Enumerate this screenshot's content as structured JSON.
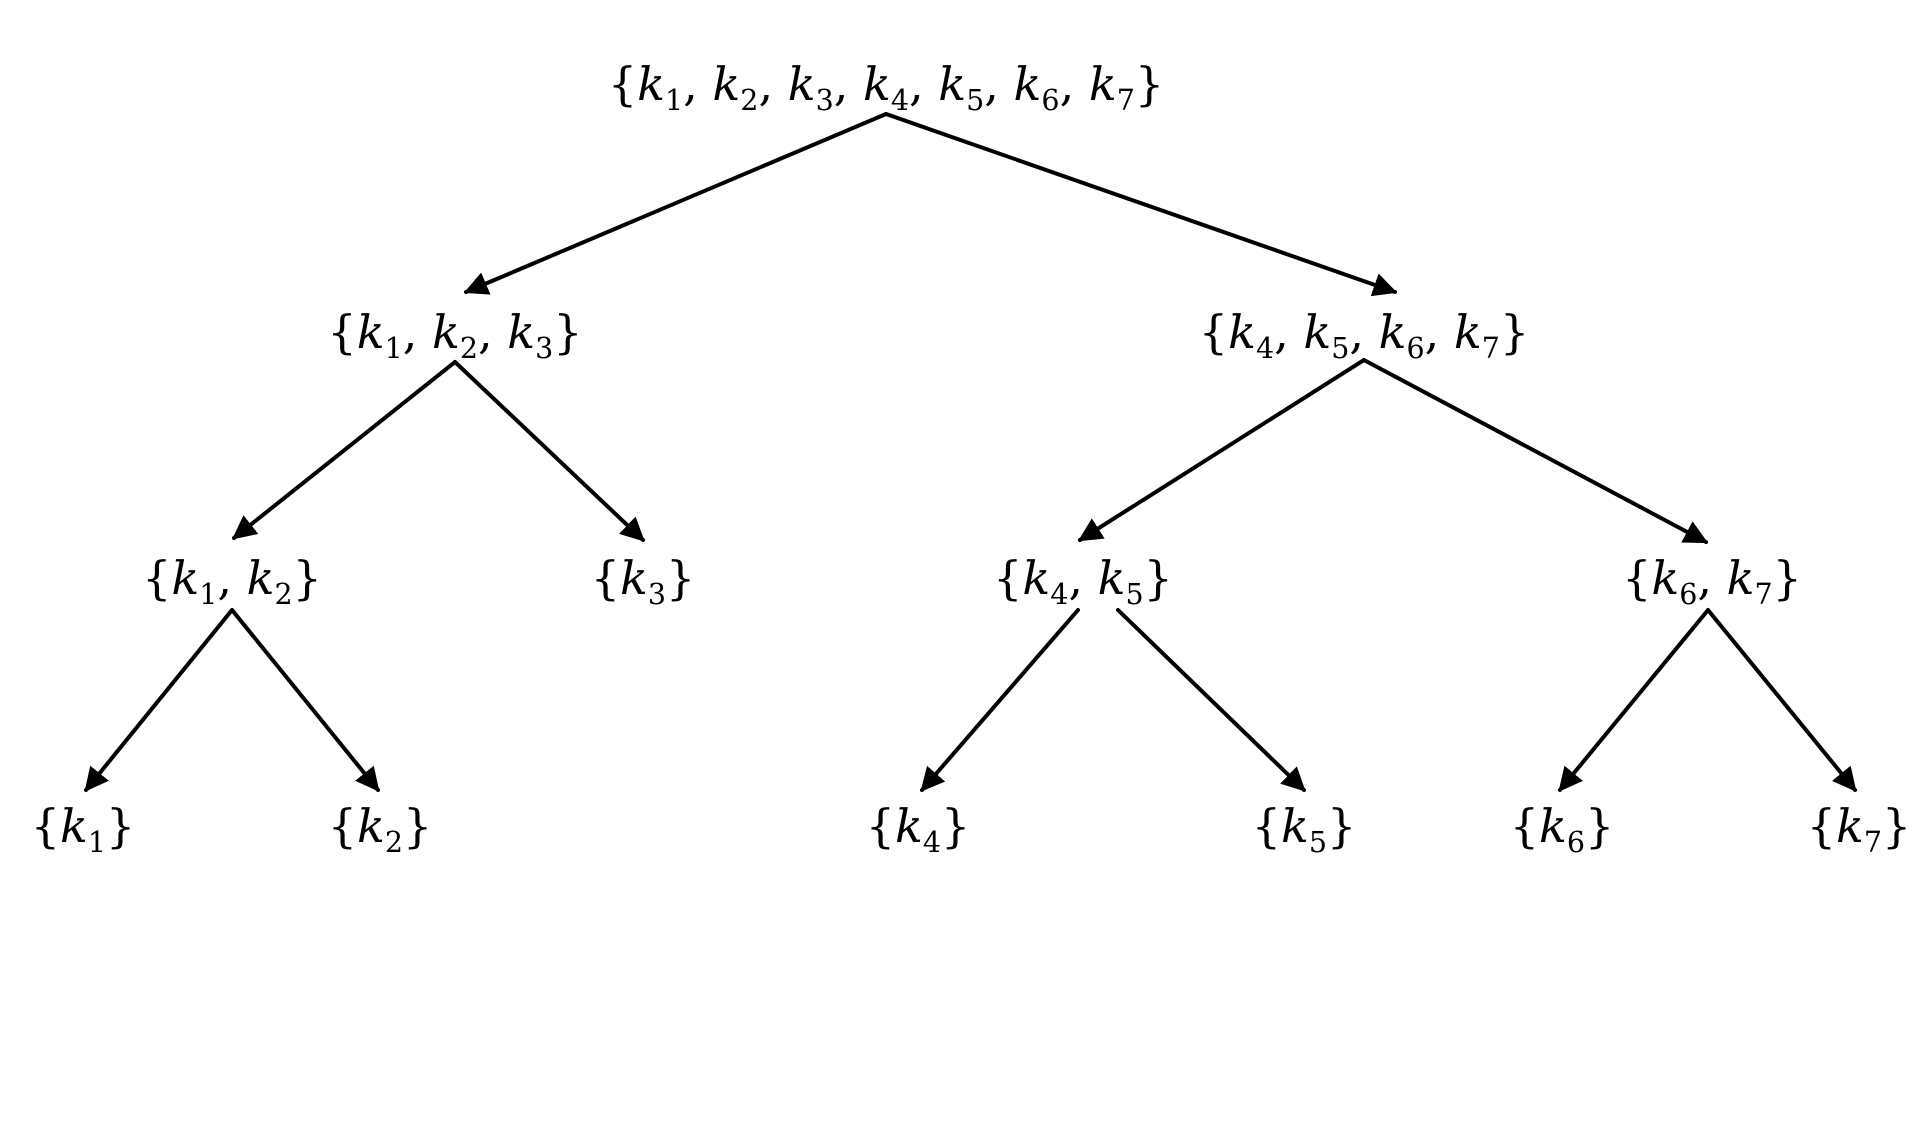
{
  "nodes": [
    {
      "id": "root",
      "keys": [
        "1",
        "2",
        "3",
        "4",
        "5",
        "6",
        "7"
      ]
    },
    {
      "id": "left",
      "keys": [
        "1",
        "2",
        "3"
      ]
    },
    {
      "id": "right",
      "keys": [
        "4",
        "5",
        "6",
        "7"
      ]
    },
    {
      "id": "left-left",
      "keys": [
        "1",
        "2"
      ]
    },
    {
      "id": "left-right",
      "keys": [
        "3"
      ]
    },
    {
      "id": "right-left",
      "keys": [
        "4",
        "5"
      ]
    },
    {
      "id": "right-right",
      "keys": [
        "6",
        "7"
      ]
    },
    {
      "id": "leaf-1",
      "keys": [
        "1"
      ]
    },
    {
      "id": "leaf-2",
      "keys": [
        "2"
      ]
    },
    {
      "id": "leaf-4",
      "keys": [
        "4"
      ]
    },
    {
      "id": "leaf-5",
      "keys": [
        "5"
      ]
    },
    {
      "id": "leaf-6",
      "keys": [
        "6"
      ]
    },
    {
      "id": "leaf-7",
      "keys": [
        "7"
      ]
    }
  ],
  "edges": [
    {
      "from": "root",
      "to": "left"
    },
    {
      "from": "root",
      "to": "right"
    },
    {
      "from": "left",
      "to": "left-left"
    },
    {
      "from": "left",
      "to": "left-right"
    },
    {
      "from": "right",
      "to": "right-left"
    },
    {
      "from": "right",
      "to": "right-right"
    },
    {
      "from": "left-left",
      "to": "leaf-1"
    },
    {
      "from": "left-left",
      "to": "leaf-2"
    },
    {
      "from": "right-left",
      "to": "leaf-4"
    },
    {
      "from": "right-left",
      "to": "leaf-5"
    },
    {
      "from": "right-right",
      "to": "leaf-6"
    },
    {
      "from": "right-right",
      "to": "leaf-7"
    }
  ],
  "symbols": {
    "variable": "k",
    "open_brace": "{",
    "close_brace": "}",
    "separator": ", "
  },
  "colors": {
    "stroke": "#000000",
    "text": "#000000",
    "background": "#ffffff"
  }
}
